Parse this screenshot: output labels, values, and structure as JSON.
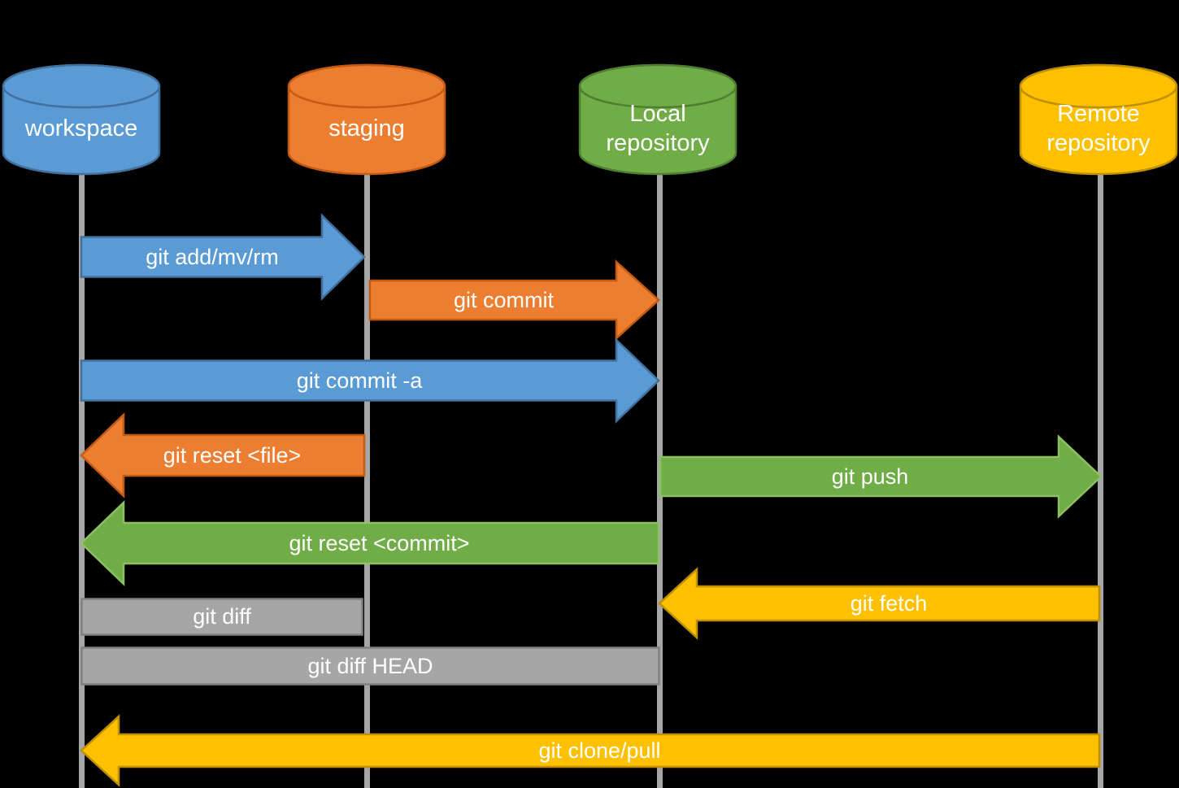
{
  "diagram": {
    "kind": "git-workflow-sequence-diagram"
  },
  "colors": {
    "background": "#000000",
    "text": "#FFFFFF",
    "lifeline": "#A6A6A6",
    "blue": "#5B9BD5",
    "blue_border": "#41719C",
    "orange": "#ED7D31",
    "orange_border": "#C55A11",
    "green": "#70AD47",
    "green_border_light": "#8DC063",
    "green_border_dark": "#507E32",
    "yellow": "#FFC000",
    "yellow_border": "#BF9000",
    "gray": "#A6A6A6",
    "gray_border": "#808080"
  },
  "nodes": [
    {
      "id": "workspace",
      "label": "workspace",
      "fill": "#5B9BD5",
      "stroke": "#41719C"
    },
    {
      "id": "staging",
      "label": "staging",
      "fill": "#ED7D31",
      "stroke": "#C55A11"
    },
    {
      "id": "local-repository",
      "label": "Local repository",
      "fill": "#70AD47",
      "stroke": "#507E32"
    },
    {
      "id": "remote-repository",
      "label": "Remote repository",
      "fill": "#FFC000",
      "stroke": "#BF9000"
    }
  ],
  "arrows": [
    {
      "label": "git add/mv/rm",
      "from": "workspace",
      "to": "staging",
      "direction": "right",
      "fill": "#5B9BD5",
      "stroke": "#41719C"
    },
    {
      "label": "git commit",
      "from": "staging",
      "to": "local-repository",
      "direction": "right",
      "fill": "#ED7D31",
      "stroke": "#C55A11"
    },
    {
      "label": "git commit -a",
      "from": "workspace",
      "to": "local-repository",
      "direction": "right",
      "fill": "#5B9BD5",
      "stroke": "#41719C"
    },
    {
      "label": "git reset <file>",
      "from": "staging",
      "to": "workspace",
      "direction": "left",
      "fill": "#ED7D31",
      "stroke": "#C55A11"
    },
    {
      "label": "git push",
      "from": "local-repository",
      "to": "remote-repository",
      "direction": "right",
      "fill": "#70AD47",
      "stroke": "#8DC063"
    },
    {
      "label": "git reset <commit>",
      "from": "local-repository",
      "to": "workspace",
      "direction": "left",
      "fill": "#70AD47",
      "stroke": "#8DC063"
    },
    {
      "label": "git fetch",
      "from": "remote-repository",
      "to": "local-repository",
      "direction": "left",
      "fill": "#FFC000",
      "stroke": "#BF9000"
    },
    {
      "label": "git diff",
      "from": "workspace",
      "to": "staging",
      "direction": "none",
      "fill": "#A6A6A6",
      "stroke": "#808080"
    },
    {
      "label": "git diff HEAD",
      "from": "workspace",
      "to": "local-repository",
      "direction": "none",
      "fill": "#A6A6A6",
      "stroke": "#808080"
    },
    {
      "label": "git clone/pull",
      "from": "remote-repository",
      "to": "workspace",
      "direction": "left",
      "fill": "#FFC000",
      "stroke": "#BF9000"
    }
  ]
}
